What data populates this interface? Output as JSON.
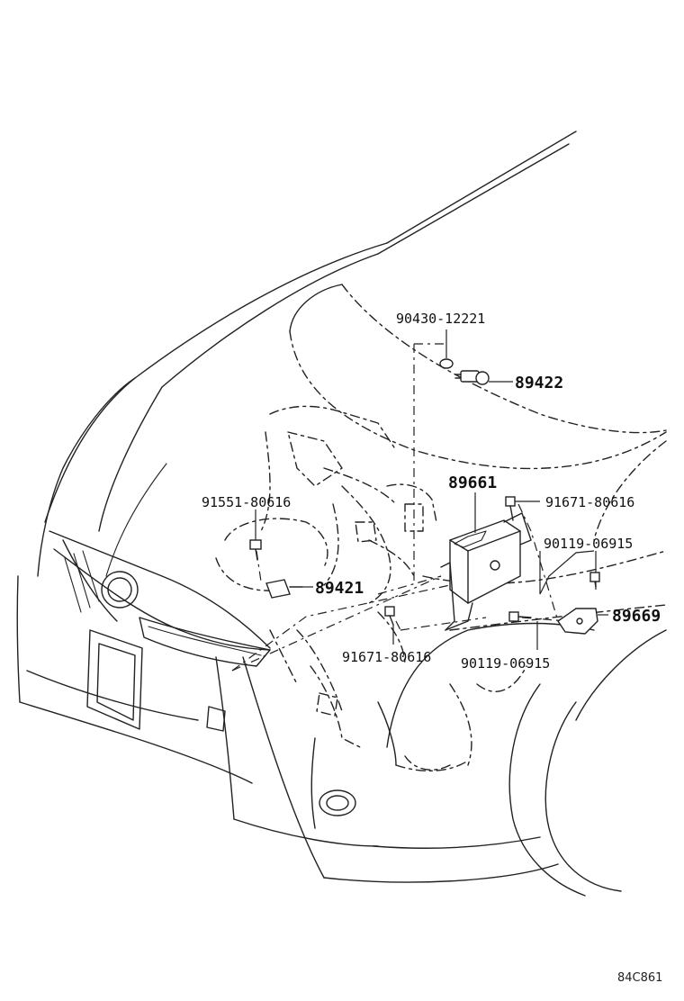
{
  "labels": {
    "p90430": "90430-12221",
    "p89422": "89422",
    "p89661": "89661",
    "p91671_top": "91671-80616",
    "p91551": "91551-80616",
    "p90119_right": "90119-06915",
    "p89421": "89421",
    "p89669": "89669",
    "p91671_bottom": "91671-80616",
    "p90119_bottom": "90119-06915"
  },
  "diagram_code": "84C861"
}
